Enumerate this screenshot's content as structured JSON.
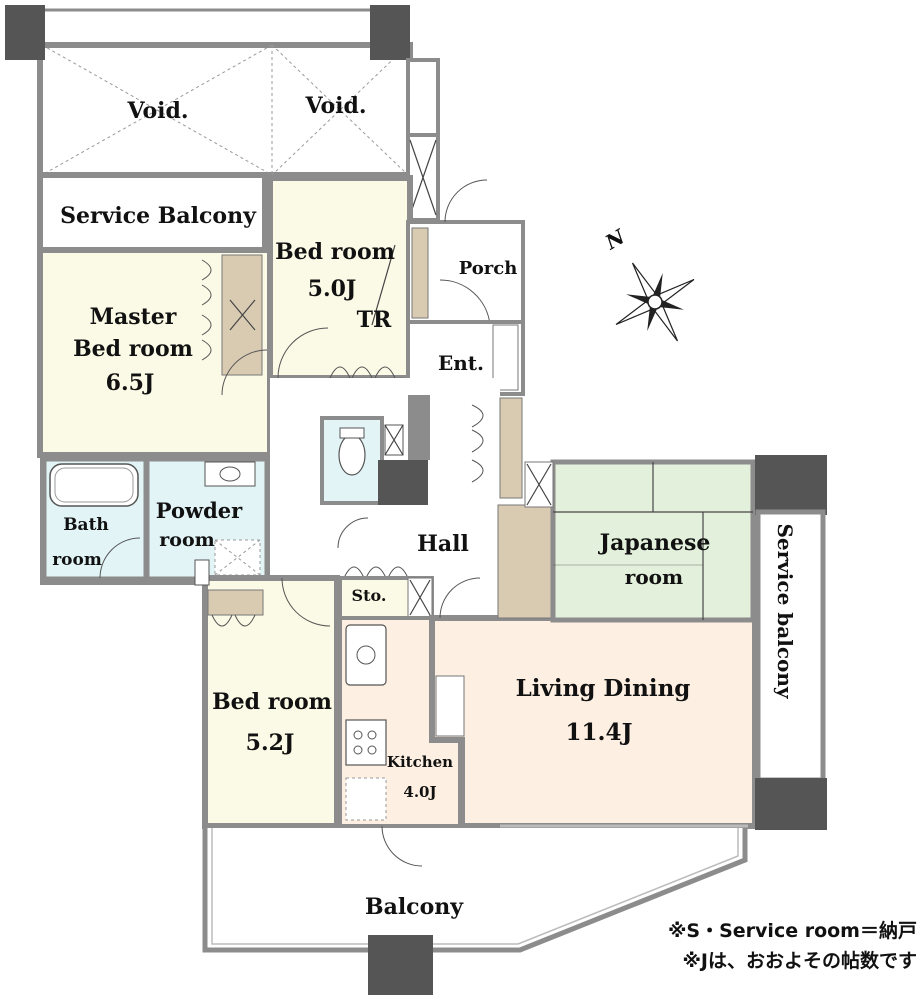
{
  "rooms": {
    "void_left": "Void.",
    "void_right": "Void.",
    "service_balcony_top": "Service Balcony",
    "master_bedroom": {
      "line1": "Master",
      "line2": "Bed room",
      "size": "6.5J"
    },
    "bedroom_top": {
      "name": "Bed room",
      "size": "5.0J"
    },
    "tr": "TR",
    "porch": "Porch",
    "entrance": "Ent.",
    "bath": {
      "line1": "Bath",
      "line2": "room"
    },
    "powder": {
      "line1": "Powder",
      "line2": "room"
    },
    "hall": "Hall",
    "japanese": {
      "line1": "Japanese",
      "line2": "room"
    },
    "service_balcony_side": "Service balcony",
    "storage": "Sto.",
    "bedroom_bottom": {
      "name": "Bed room",
      "size": "5.2J"
    },
    "kitchen": {
      "name": "Kitchen",
      "size": "4.0J"
    },
    "living": {
      "name": "Living Dining",
      "size": "11.4J"
    },
    "balcony": "Balcony",
    "compass": "N"
  },
  "notes": {
    "line1": "※S・Service room＝納戸",
    "line2": "※Jは、おおよその帖数です"
  },
  "colors": {
    "wall": "#8c8c8c",
    "dark_pillar": "#555555",
    "bedroom_floor": "#fbfae6",
    "japanese_floor": "#e3f1dc",
    "wet_floor": "#e2f4f6",
    "living_floor": "#fdefe1",
    "closet": "#d9cbb2"
  }
}
